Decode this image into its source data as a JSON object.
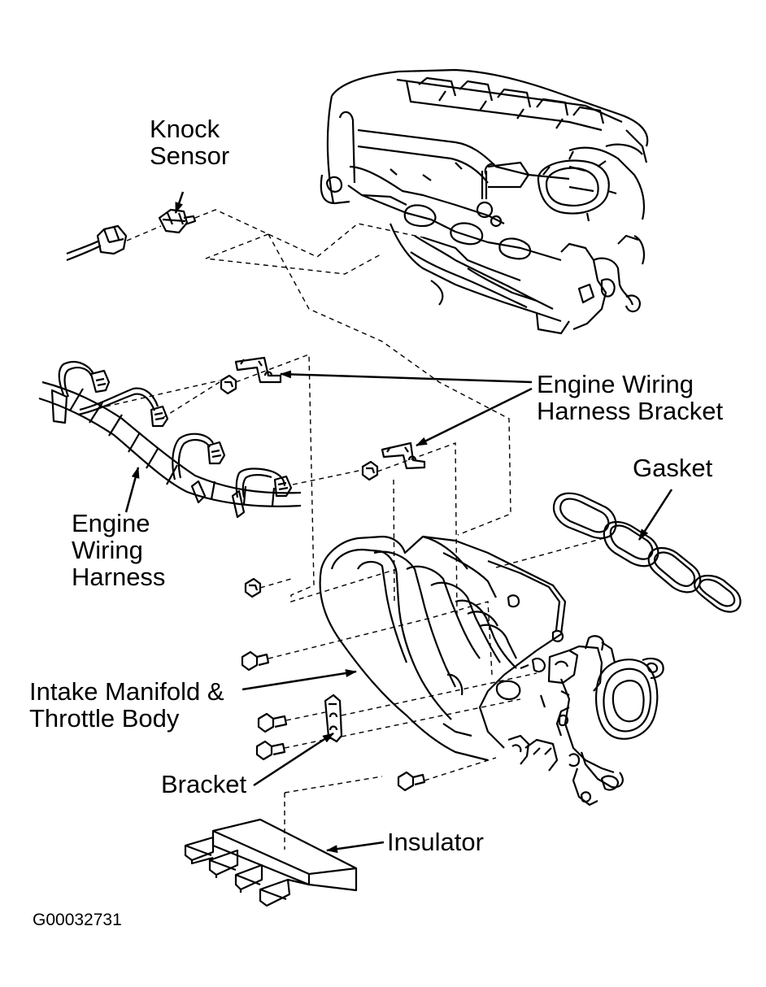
{
  "labels": {
    "knock_sensor": [
      "Knock",
      "Sensor"
    ],
    "engine_wiring_harness_bracket": [
      "Engine Wiring",
      "Harness Bracket"
    ],
    "gasket": "Gasket",
    "engine_wiring_harness": [
      "Engine",
      "Wiring",
      "Harness"
    ],
    "intake_manifold": [
      "Intake Manifold &",
      "Throttle Body"
    ],
    "bracket": "Bracket",
    "insulator": "Insulator"
  },
  "figure_id": "G00032731",
  "colors": {
    "ink": "#000000",
    "paper": "#ffffff"
  }
}
